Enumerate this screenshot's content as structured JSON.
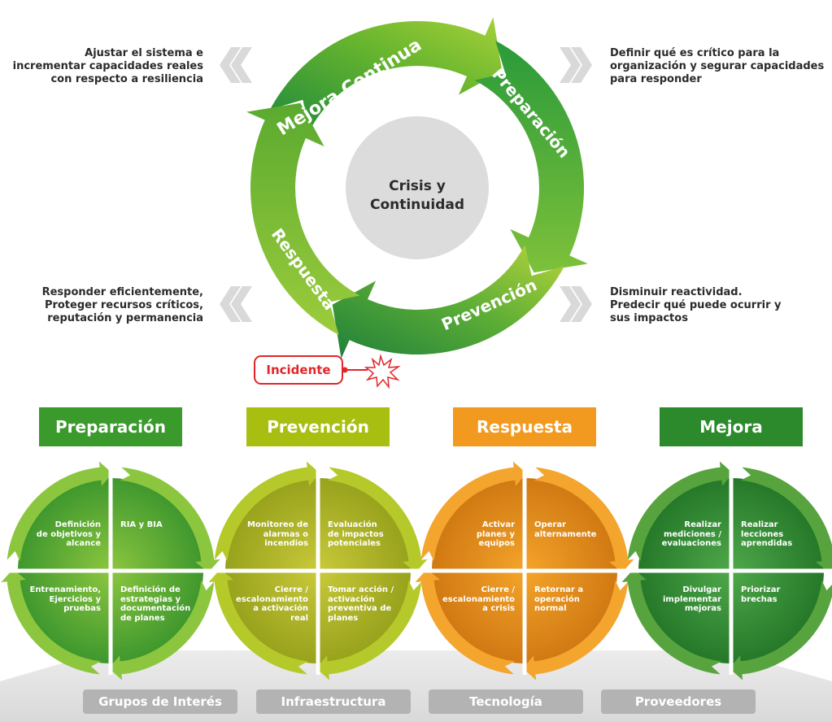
{
  "cycle": {
    "center": [
      "Crisis y",
      "Continuidad"
    ],
    "segments": [
      "Mejora Continua",
      "Preparación",
      "Prevención",
      "Respuesta"
    ],
    "incident_label": "Incidente"
  },
  "side_notes": {
    "top_left": [
      "Ajustar el sistema e",
      "incrementar capacidades reales",
      "con respecto a resiliencia"
    ],
    "top_right": [
      "Definir qué es crítico para la",
      "organización y segurar capacidades",
      "para responder"
    ],
    "bottom_left": [
      "Responder eficientemente,",
      "Proteger recursos críticos,",
      "reputación y permanencia"
    ],
    "bottom_right": [
      "Disminuir reactividad.",
      "Predecir qué puede ocurrir y",
      "sus impactos"
    ]
  },
  "phases": [
    {
      "title": "Preparación",
      "color": "#3a9a2c",
      "quadrants": {
        "tl": [
          "Definición",
          "de objetivos y",
          "alcance"
        ],
        "tr": [
          "RIA y BIA"
        ],
        "bl": [
          "Entrenamiento,",
          "Ejercicios y",
          "pruebas"
        ],
        "br": [
          "Definición de",
          "estrategias y",
          "documentación",
          "de planes"
        ]
      }
    },
    {
      "title": "Prevención",
      "color": "#a8bf12",
      "quadrants": {
        "tl": [
          "Monitoreo de",
          "alarmas o",
          "incendios"
        ],
        "tr": [
          "Evaluación",
          "de impactos",
          "potenciales"
        ],
        "bl": [
          "Cierre /",
          "escalonamiento",
          "a activación",
          "real"
        ],
        "br": [
          "Tomar acción /",
          "activación",
          "preventiva de",
          "planes"
        ]
      }
    },
    {
      "title": "Respuesta",
      "color": "#f29a1f",
      "quadrants": {
        "tl": [
          "Activar",
          "planes y",
          "equipos"
        ],
        "tr": [
          "Operar",
          "alternamente"
        ],
        "bl": [
          "Cierre /",
          "escalonamiento",
          "a crisis"
        ],
        "br": [
          "Retornar a",
          "operación",
          "normal"
        ]
      }
    },
    {
      "title": "Mejora",
      "color": "#2c8a2c",
      "quadrants": {
        "tl": [
          "Realizar",
          "mediciones /",
          "evaluaciones"
        ],
        "tr": [
          "Realizar",
          "lecciones",
          "aprendidas"
        ],
        "bl": [
          "Divulgar",
          "implementar",
          "mejoras"
        ],
        "br": [
          "Priorizar",
          "brechas"
        ]
      }
    }
  ],
  "foundation": [
    "Grupos de Interés",
    "Infraestructura",
    "Tecnología",
    "Proveedores"
  ]
}
